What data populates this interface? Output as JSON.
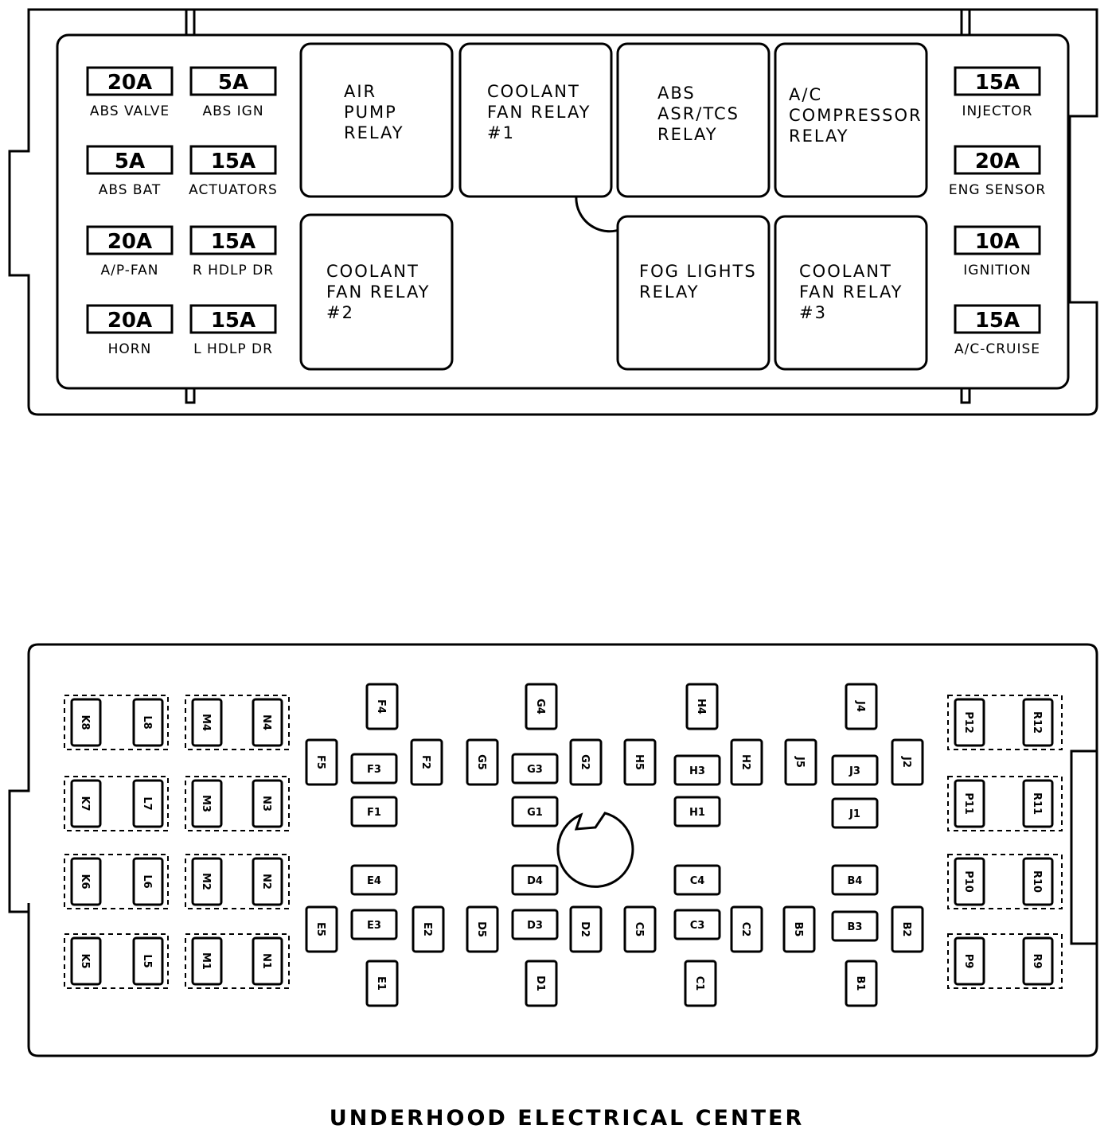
{
  "fuse_block": {
    "fuses": [
      {
        "id": "fuse-abs-valve",
        "amps": "20A",
        "label": "ABS VALVE"
      },
      {
        "id": "fuse-abs-ign",
        "amps": "5A",
        "label": "ABS IGN"
      },
      {
        "id": "fuse-abs-bat",
        "amps": "5A",
        "label": "ABS BAT"
      },
      {
        "id": "fuse-actuators",
        "amps": "15A",
        "label": "ACTUATORS"
      },
      {
        "id": "fuse-ap-fan",
        "amps": "20A",
        "label": "A/P-FAN"
      },
      {
        "id": "fuse-r-hdlp-dr",
        "amps": "15A",
        "label": "R HDLP DR"
      },
      {
        "id": "fuse-horn",
        "amps": "20A",
        "label": "HORN"
      },
      {
        "id": "fuse-l-hdlp-dr",
        "amps": "15A",
        "label": "L HDLP DR"
      },
      {
        "id": "fuse-injector",
        "amps": "15A",
        "label": "INJECTOR"
      },
      {
        "id": "fuse-eng-sensor",
        "amps": "20A",
        "label": "ENG SENSOR"
      },
      {
        "id": "fuse-ignition",
        "amps": "10A",
        "label": "IGNITION"
      },
      {
        "id": "fuse-ac-cruise",
        "amps": "15A",
        "label": "A/C-CRUISE"
      }
    ],
    "relays": [
      {
        "id": "air-pump-relay",
        "lines": [
          "AIR",
          "PUMP",
          "RELAY"
        ]
      },
      {
        "id": "coolant-fan-relay-1",
        "lines": [
          "COOLANT",
          "FAN  RELAY",
          "#1"
        ]
      },
      {
        "id": "abs-asr-tcs-relay",
        "lines": [
          "ABS",
          "ASR/TCS",
          "RELAY"
        ]
      },
      {
        "id": "ac-compressor-relay",
        "lines": [
          "A/C",
          "COMPRESSOR",
          "RELAY"
        ]
      },
      {
        "id": "coolant-fan-relay-2",
        "lines": [
          "COOLANT",
          "FAN  RELAY",
          "#2"
        ]
      },
      {
        "id": "fog-lights-relay",
        "lines": [
          "FOG  LIGHTS",
          "RELAY"
        ]
      },
      {
        "id": "coolant-fan-relay-3",
        "lines": [
          "COOLANT",
          "FAN  RELAY",
          "#3"
        ]
      }
    ]
  },
  "terminals": {
    "paired": [
      "K8",
      "L8",
      "M4",
      "N4",
      "K7",
      "L7",
      "M3",
      "N3",
      "K6",
      "L6",
      "M2",
      "N2",
      "K5",
      "L5",
      "M1",
      "N1",
      "P12",
      "R12",
      "P11",
      "R11",
      "P10",
      "R10",
      "P9",
      "R9"
    ],
    "vertical": [
      "F4",
      "G4",
      "H4",
      "J4",
      "F5",
      "F2",
      "G5",
      "G2",
      "H5",
      "H2",
      "J5",
      "J2",
      "E5",
      "E2",
      "D5",
      "D2",
      "C5",
      "C2",
      "B5",
      "B2",
      "E1",
      "D1",
      "C1",
      "B1"
    ],
    "horizontal": [
      "F3",
      "G3",
      "H3",
      "J3",
      "F1",
      "G1",
      "H1",
      "J1",
      "E4",
      "D4",
      "C4",
      "B4",
      "E3",
      "D3",
      "C3",
      "B3"
    ]
  },
  "caption": "UNDERHOOD ELECTRICAL CENTER"
}
